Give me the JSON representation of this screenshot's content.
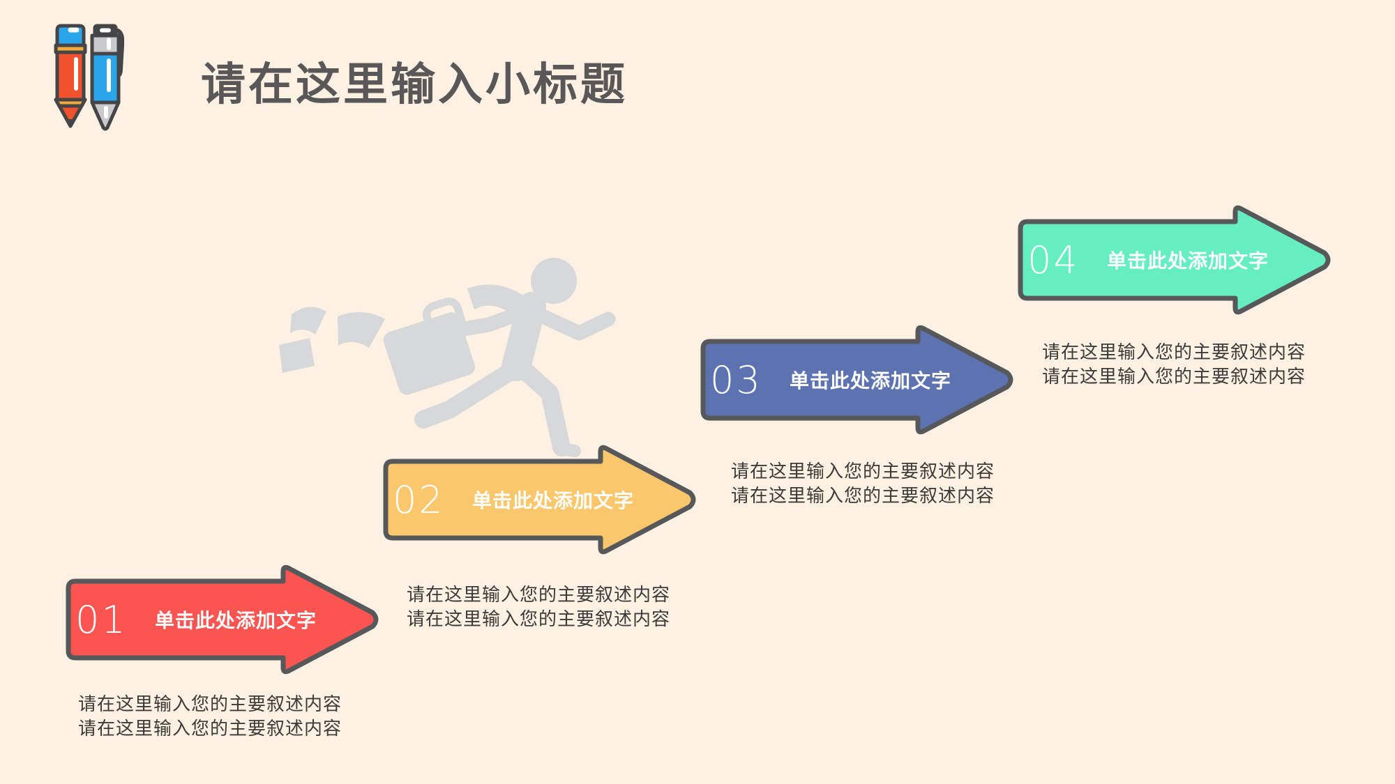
{
  "slide": {
    "title": "请在这里输入小标题",
    "background_color": "#fdf1e3",
    "title_color": "#595757",
    "outline_color": "#57585a",
    "body_text_color": "#3d3a38",
    "silhouette_color": "#d7d8da"
  },
  "icons": {
    "pencil_color": "#f1512d",
    "pencil_cap_color": "#2aa5e9",
    "pencil_band_color": "#f3a93c",
    "pen_body_color": "#2aa5e9",
    "pen_metal_color": "#c8cacc",
    "icon_outline_color": "#454547"
  },
  "steps": [
    {
      "number": "01",
      "label": "单击此处添加文字",
      "color": "#fc5451",
      "desc1": "请在这里输入您的主要叙述内容",
      "desc2": "请在这里输入您的主要叙述内容"
    },
    {
      "number": "02",
      "label": "单击此处添加文字",
      "color": "#fac76c",
      "desc1": "请在这里输入您的主要叙述内容",
      "desc2": "请在这里输入您的主要叙述内容"
    },
    {
      "number": "03",
      "label": "单击此处添加文字",
      "color": "#5d73b1",
      "desc1": "请在这里输入您的主要叙述内容",
      "desc2": "请在这里输入您的主要叙述内容"
    },
    {
      "number": "04",
      "label": "单击此处添加文字",
      "color": "#65efc0",
      "desc1": "请在这里输入您的主要叙述内容",
      "desc2": "请在这里输入您的主要叙述内容"
    }
  ]
}
